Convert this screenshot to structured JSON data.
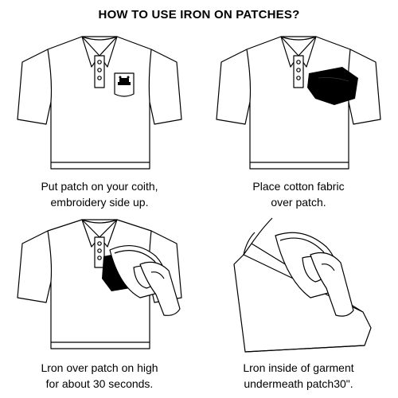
{
  "title": "HOW TO USE IRON ON PATCHES?",
  "steps": [
    {
      "line1": "Put patch on your coith,",
      "line2": "embroidery side up.",
      "illustration": "polo-shirt-with-patch-icon"
    },
    {
      "line1": "Place cotton fabric",
      "line2": "over patch.",
      "illustration": "polo-shirt-with-cloth-icon"
    },
    {
      "line1": "Lron over patch on high",
      "line2": "for about 30 seconds.",
      "illustration": "iron-on-shirt-icon"
    },
    {
      "line1": "Lron inside of garment",
      "line2": "undermeath patch30\".",
      "illustration": "iron-inside-garment-icon"
    }
  ],
  "colors": {
    "line": "#000000",
    "background": "#ffffff",
    "cloth": "#000000"
  }
}
